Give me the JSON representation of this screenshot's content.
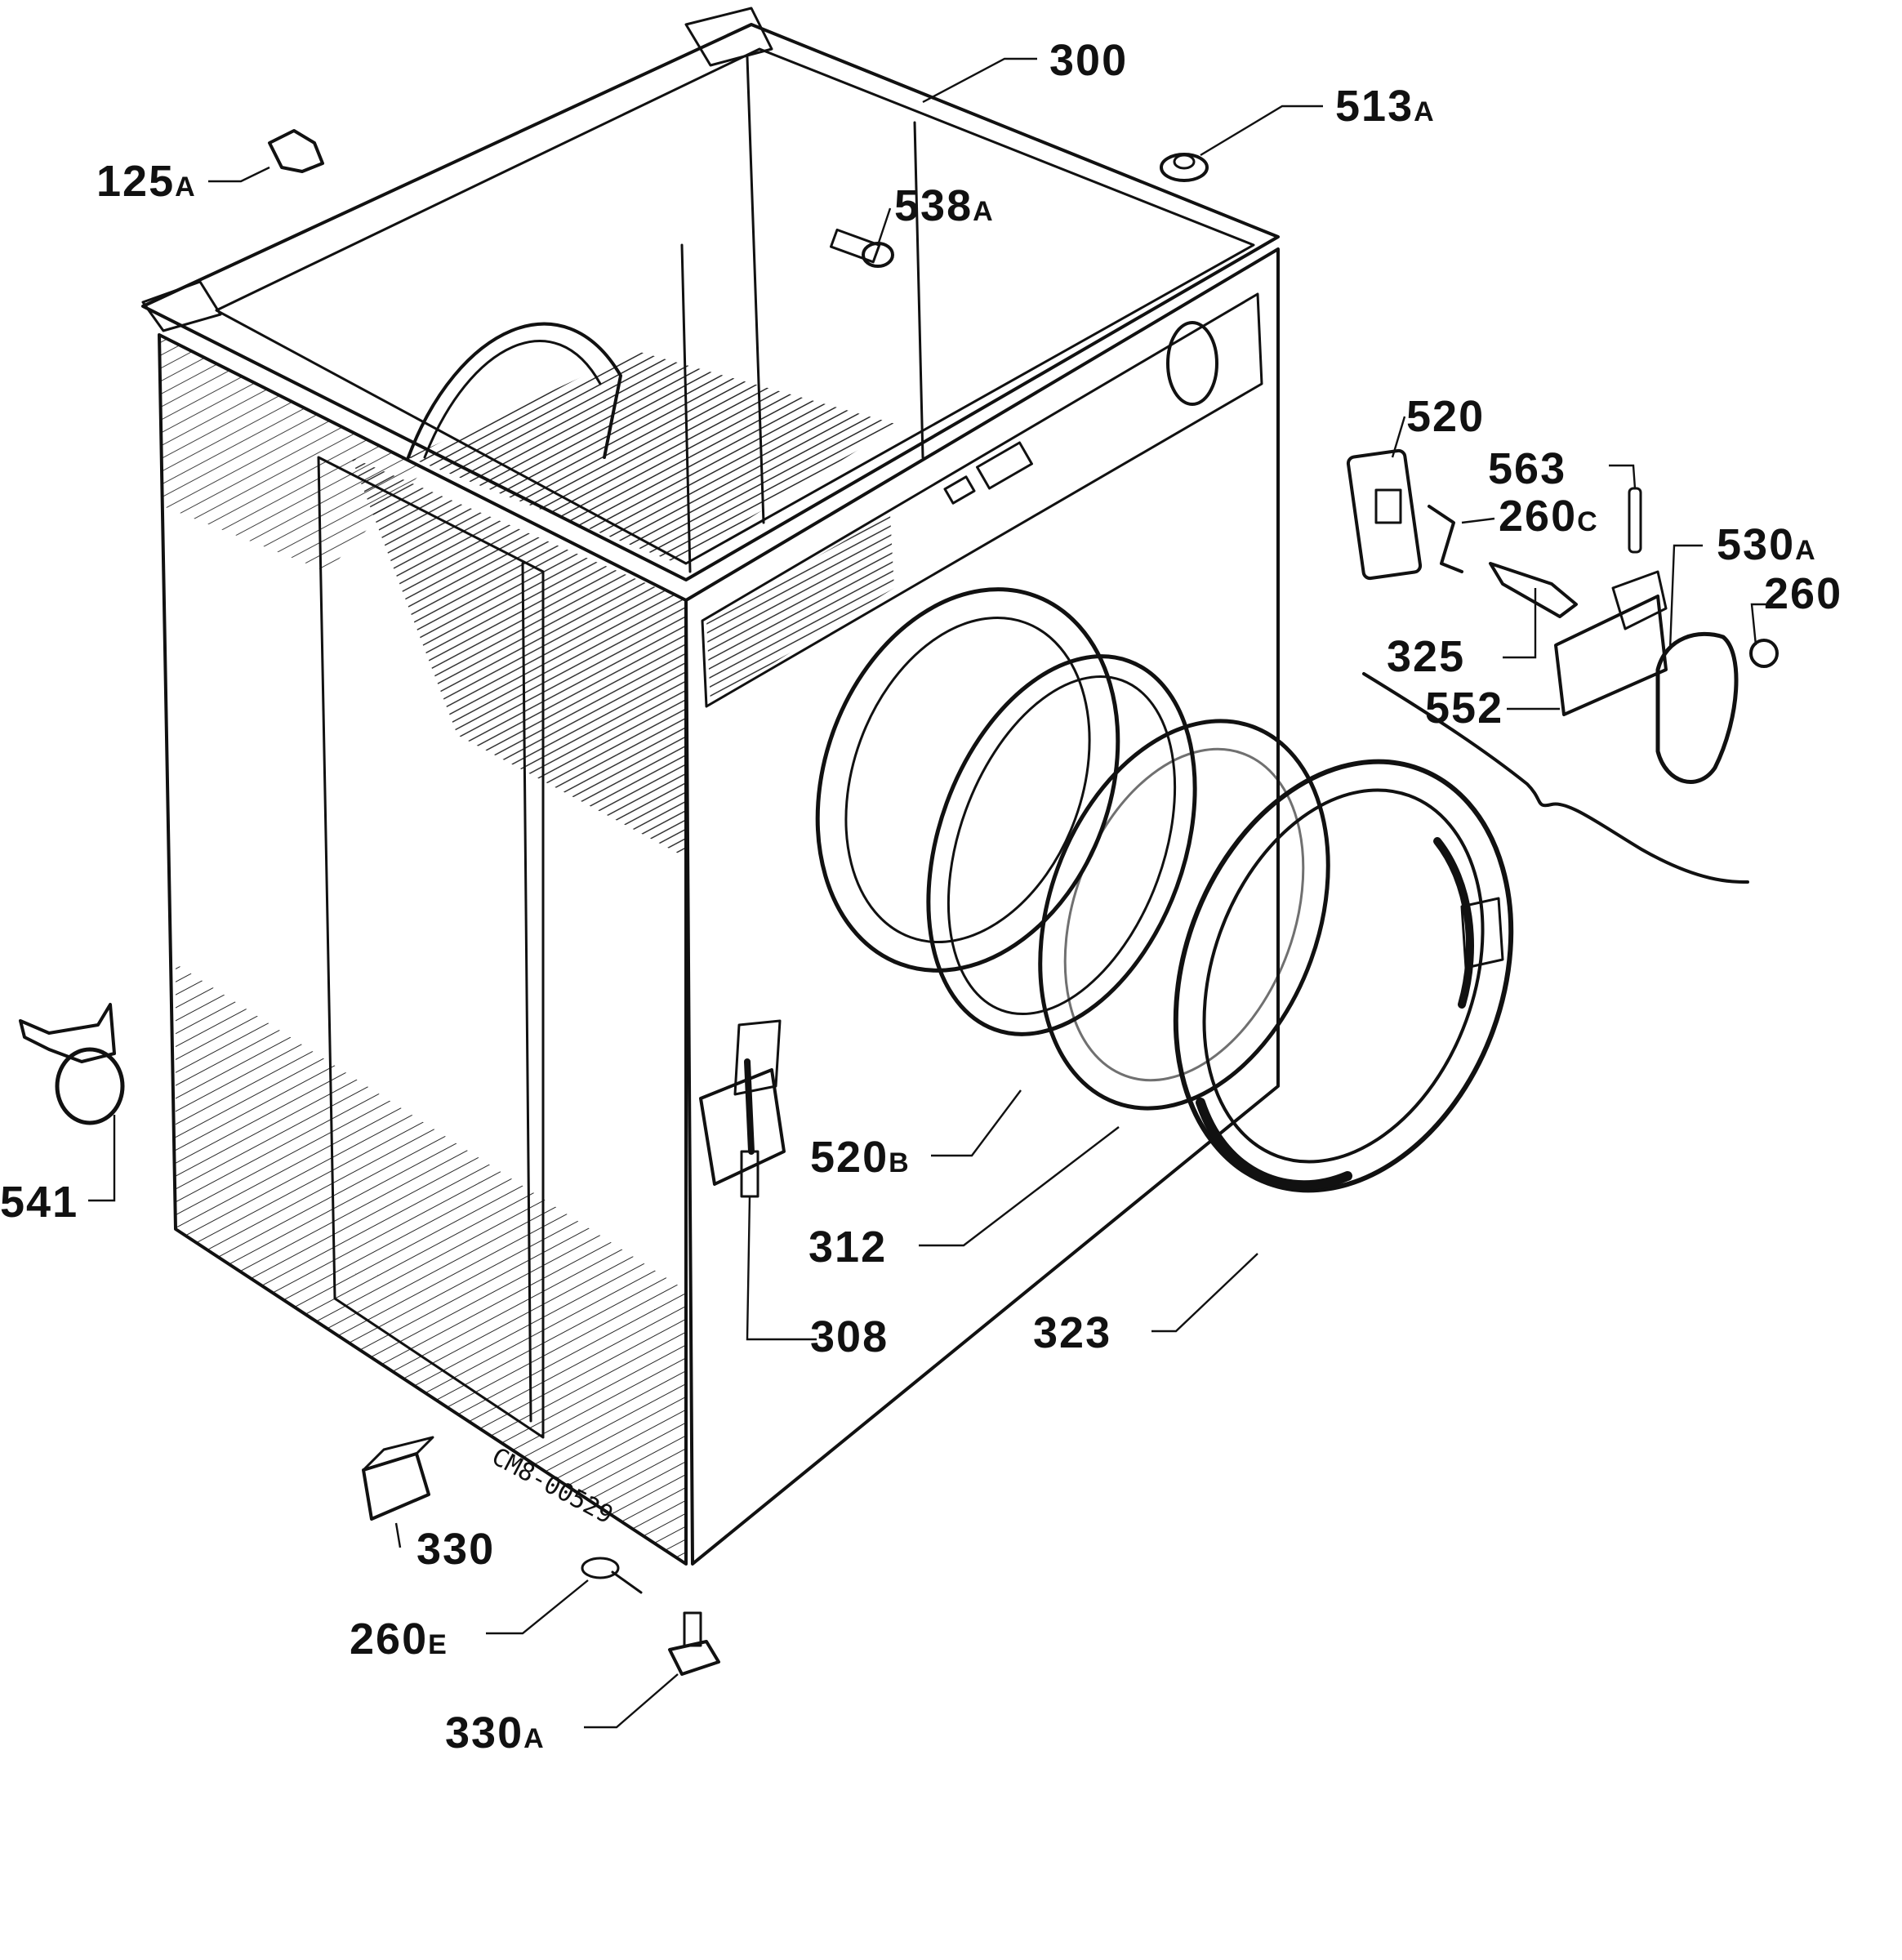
{
  "labels": {
    "p300": "300",
    "p513a": "513",
    "p513a_sub": "A",
    "p125a": "125",
    "p125a_sub": "A",
    "p538a": "538",
    "p538a_sub": "A",
    "p520": "520",
    "p563": "563",
    "p260c": "260",
    "p260c_sub": "C",
    "p530a": "530",
    "p530a_sub": "A",
    "p260": "260",
    "p325": "325",
    "p552": "552",
    "p541": "541",
    "p520b": "520",
    "p520b_sub": "B",
    "p312": "312",
    "p308": "308",
    "p323": "323",
    "p330": "330",
    "p260e": "260",
    "p260e_sub": "E",
    "p330a": "330",
    "p330a_sub": "A"
  },
  "stamp": "CM8-00529"
}
